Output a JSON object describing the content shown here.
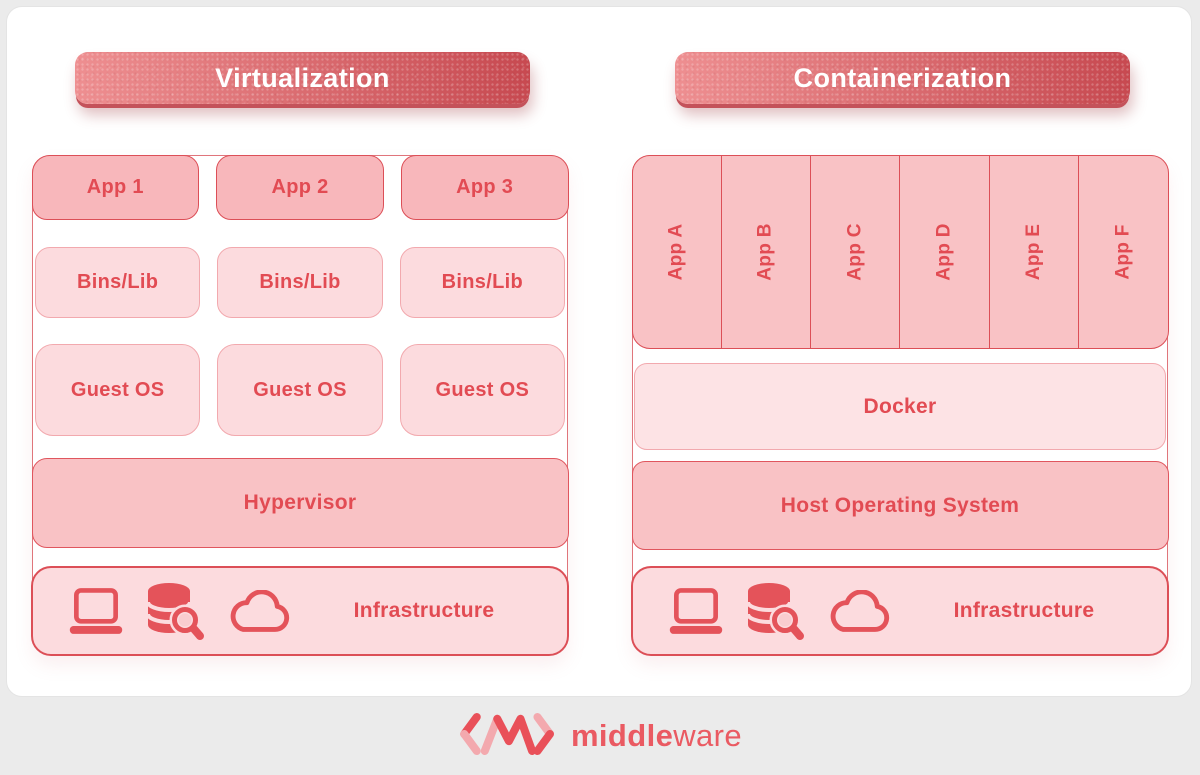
{
  "virtualization": {
    "title": "Virtualization",
    "apps": [
      "App 1",
      "App 2",
      "App 3"
    ],
    "bins_libs": [
      "Bins/Lib",
      "Bins/Lib",
      "Bins/Lib"
    ],
    "guest_os": [
      "Guest OS",
      "Guest OS",
      "Guest OS"
    ],
    "hypervisor": "Hypervisor",
    "infrastructure": "Infrastructure"
  },
  "containerization": {
    "title": "Containerization",
    "apps": [
      "App A",
      "App B",
      "App C",
      "App D",
      "App E",
      "App F"
    ],
    "docker": "Docker",
    "host_os": "Host Operating System",
    "infrastructure": "Infrastructure"
  },
  "infrastructure_icons": [
    "laptop-icon",
    "database-search-icon",
    "cloud-icon"
  ],
  "footer": {
    "brand_bold": "middle",
    "brand_regular": "ware"
  },
  "colors": {
    "page_bg": "#ebebeb",
    "canvas_bg": "#ffffff",
    "accent_red": "#e24b53",
    "border_strong": "#dc4f57",
    "border_light": "#f2a9ae",
    "panel_border": "#e0757b",
    "fill_dark": "#f8b7bb",
    "fill_mid": "#f9c2c5",
    "fill_light": "#fcdbde",
    "fill_lighter": "#fde3e5",
    "banner_from": "#ee8f91",
    "banner_to": "#c74950",
    "logo_red": "#e95059",
    "logo_light": "#f3a9ae",
    "brand_text": "#ea5a62"
  }
}
